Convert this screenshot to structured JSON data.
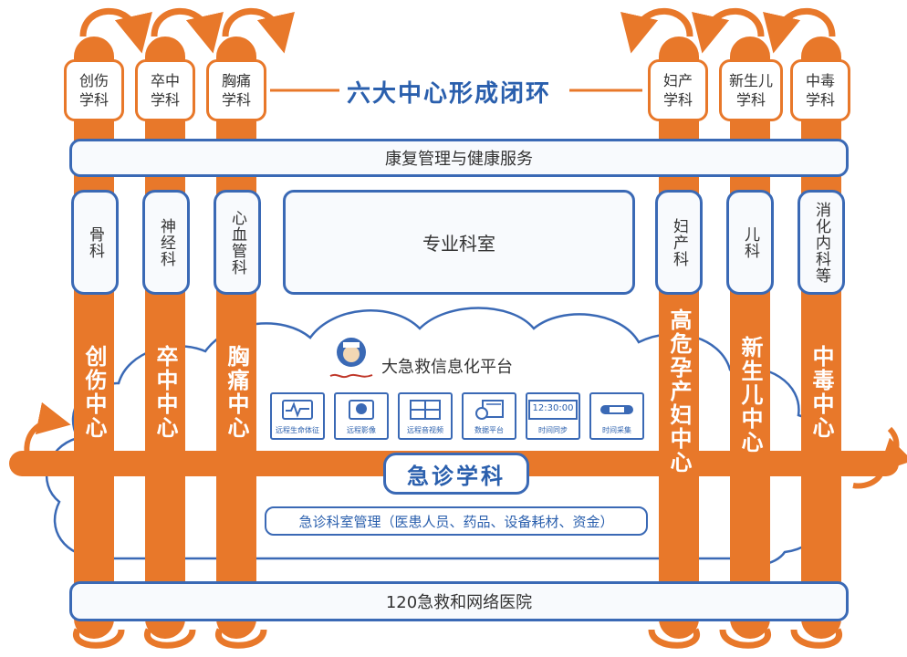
{
  "title": "六大中心形成闭环",
  "disciplines_top": [
    {
      "label": "创伤\n学科"
    },
    {
      "label": "卒中\n学科"
    },
    {
      "label": "胸痛\n学科"
    },
    {
      "label": "妇产\n学科"
    },
    {
      "label": "新生儿\n学科"
    },
    {
      "label": "中毒\n学科"
    }
  ],
  "rehab_bar": "康复管理与健康服务",
  "departments": [
    {
      "label": "骨科"
    },
    {
      "label": "神经科"
    },
    {
      "label": "心血管科"
    },
    {
      "label": "妇产科"
    },
    {
      "label": "儿科"
    },
    {
      "label": "消化内科等"
    }
  ],
  "specialty": "专业科室",
  "centers": [
    {
      "label": "创伤中心"
    },
    {
      "label": "卒中中心"
    },
    {
      "label": "胸痛中心"
    },
    {
      "label": "高危孕产妇中心"
    },
    {
      "label": "新生儿中心"
    },
    {
      "label": "中毒中心"
    }
  ],
  "platform_title": "大急救信息化平台",
  "modules": [
    {
      "label": "远程生命体征",
      "icon": "vital-signs-icon"
    },
    {
      "label": "远程影像",
      "icon": "imaging-icon"
    },
    {
      "label": "远程音视频",
      "icon": "video-icon"
    },
    {
      "label": "数据平台",
      "icon": "data-platform-icon"
    },
    {
      "label": "时间同步",
      "icon": "clock-icon",
      "clock": "12:30:00"
    },
    {
      "label": "时间采集",
      "icon": "time-collect-icon"
    }
  ],
  "emergency": "急诊学科",
  "management": "急诊科室管理（医患人员、药品、设备耗材、资金）",
  "bottom_bar": "120急救和网络医院",
  "colors": {
    "orange": "#e8782a",
    "blue": "#3a69b5",
    "title_blue": "#2a5fad"
  }
}
